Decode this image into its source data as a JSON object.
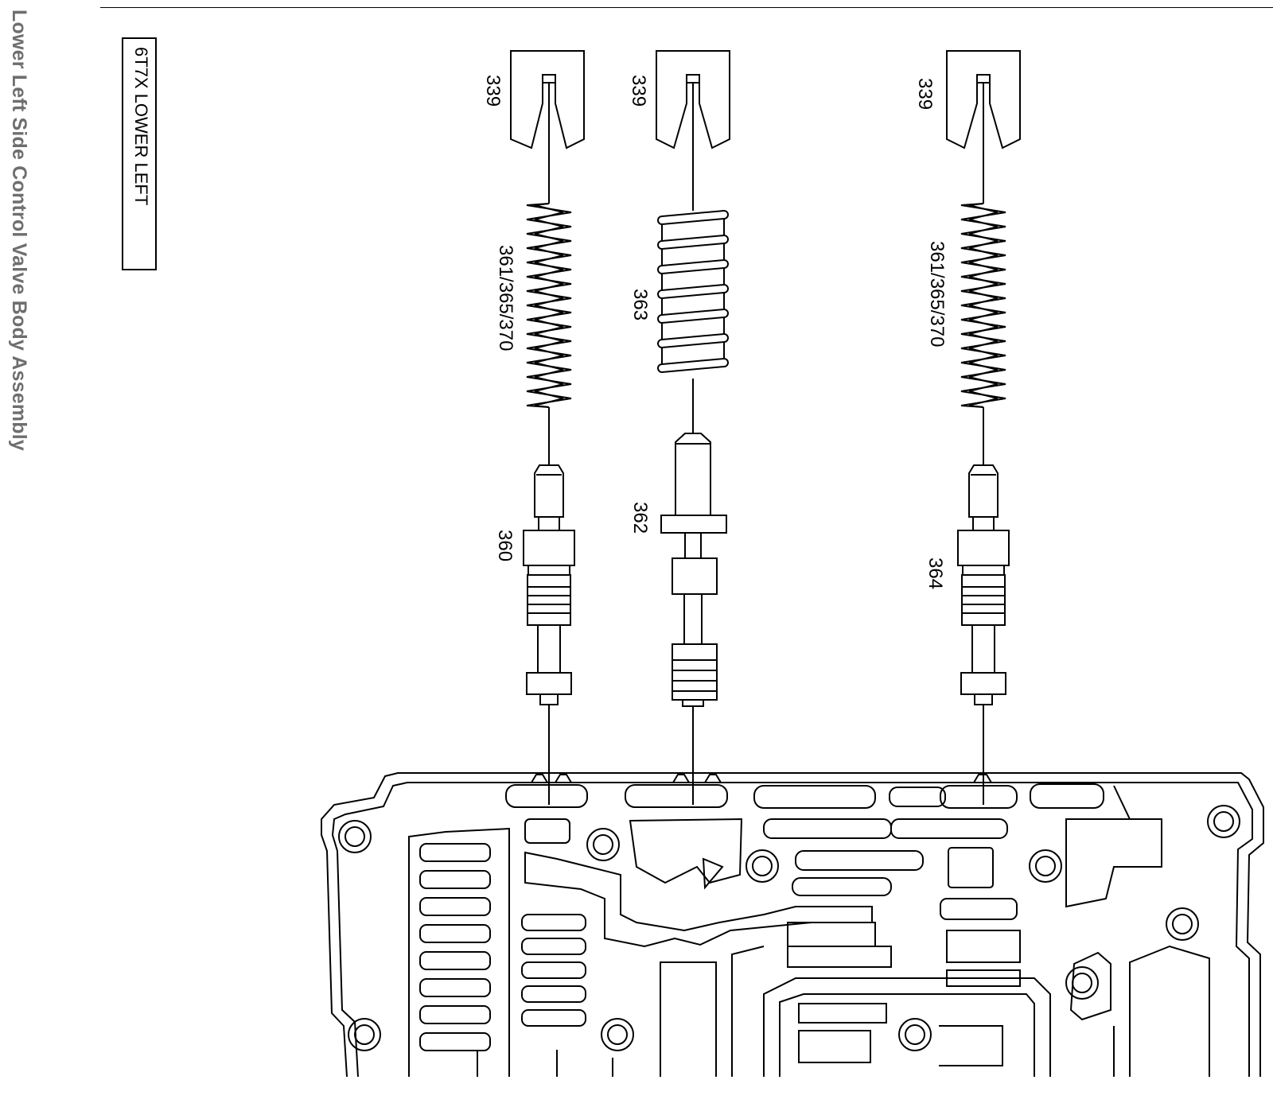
{
  "page": {
    "side_title": "Lower Left Side Control Valve Body Assembly",
    "badge": "6T7X LOWER LEFT"
  },
  "parts": {
    "plug_left": "339",
    "plug_middle": "339",
    "plug_right": "339",
    "spring_left": "361/365/370",
    "spring_middle": "363",
    "spring_right": "361/365/370",
    "valve_left": "360",
    "valve_middle": "362",
    "valve_right": "364"
  },
  "colors": {
    "line": "#000000",
    "caption": "#6e6e6e"
  }
}
